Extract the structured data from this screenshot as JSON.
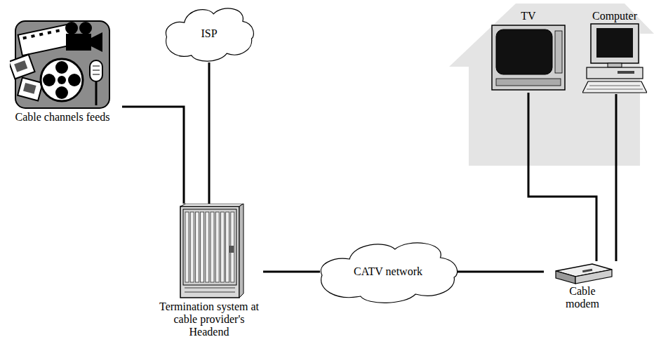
{
  "diagram": {
    "nodes": [
      {
        "text": [
          "ISP"
        ]
      },
      {
        "text": [
          "TV"
        ]
      },
      {
        "text": [
          "Computer"
        ]
      },
      {
        "text": [
          "Cable channels feeds"
        ]
      },
      {
        "text": [
          "Termination system at cable provider's Headend"
        ]
      },
      {
        "text": [
          "CATV network"
        ]
      },
      {
        "text": [
          "Cable modem"
        ]
      }
    ],
    "edges": [
      {
        "from": 3,
        "to": 4,
        "arrow": "none"
      },
      {
        "from": 0,
        "to": 4,
        "arrow": "none"
      },
      {
        "from": 4,
        "to": 5,
        "arrow": "none"
      },
      {
        "from": 5,
        "to": 6,
        "arrow": "none"
      },
      {
        "from": 1,
        "to": 6,
        "arrow": "none"
      },
      {
        "from": 2,
        "to": 6,
        "arrow": "none"
      }
    ]
  }
}
